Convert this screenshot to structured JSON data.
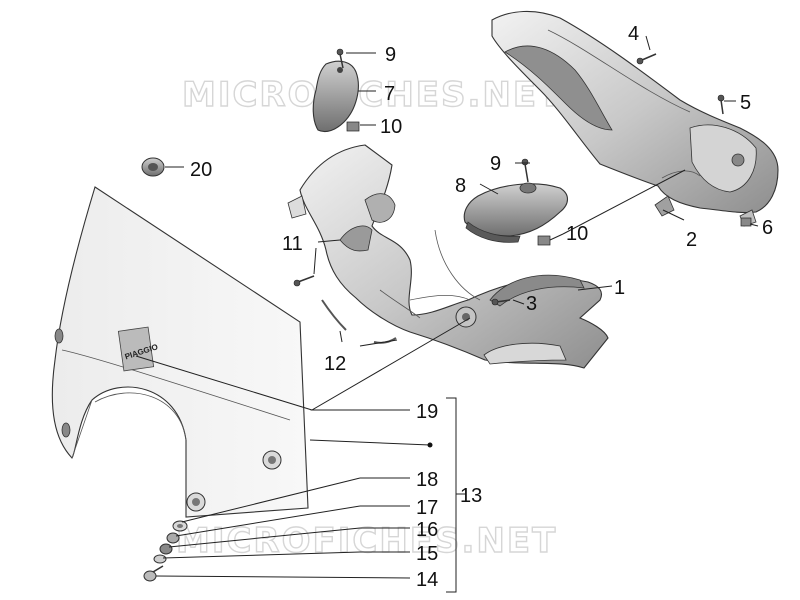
{
  "watermark": {
    "text_top": "MICROFICHES.NET",
    "text_bottom": "MICROFICHES.NET"
  },
  "windshield_logo": "PIAGGIO",
  "callouts": {
    "c1": "1",
    "c2": "2",
    "c3": "3",
    "c4": "4",
    "c5": "5",
    "c6": "6",
    "c7": "7",
    "c8": "8",
    "c9a": "9",
    "c9b": "9",
    "c10a": "10",
    "c10b": "10",
    "c11": "11",
    "c12": "12",
    "c13": "13",
    "c14": "14",
    "c15": "15",
    "c16": "16",
    "c17": "17",
    "c18": "18",
    "c19": "19",
    "c20": "20"
  }
}
